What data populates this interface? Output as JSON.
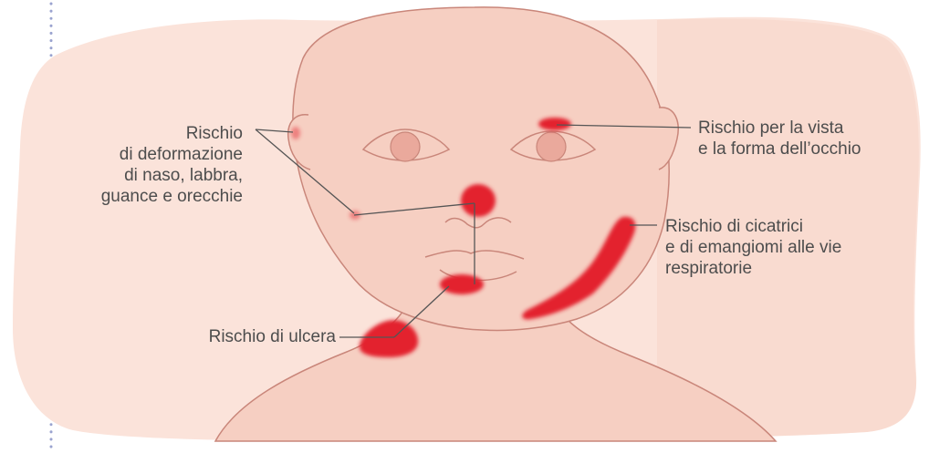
{
  "labels": {
    "deformazione": [
      "Rischio",
      "di deformazione",
      "di naso, labbra,",
      "guance e orecchie"
    ],
    "vista": [
      "Rischio per la vista",
      "e la forma dell’occhio"
    ],
    "cicatrici": [
      "Rischio di cicatrici",
      "e di emangiomi alle vie",
      "respiratorie"
    ],
    "ulcera": [
      "Rischio di ulcera"
    ]
  },
  "colors": {
    "background_blob": "#fbe3da",
    "background_blob_dark": "#f7d5c9",
    "skin": "#f6cfc2",
    "skin_outline": "#c9867a",
    "lesion": "#e3232f",
    "leader_line": "#555555",
    "dotted_border": "#9aa3cf"
  }
}
